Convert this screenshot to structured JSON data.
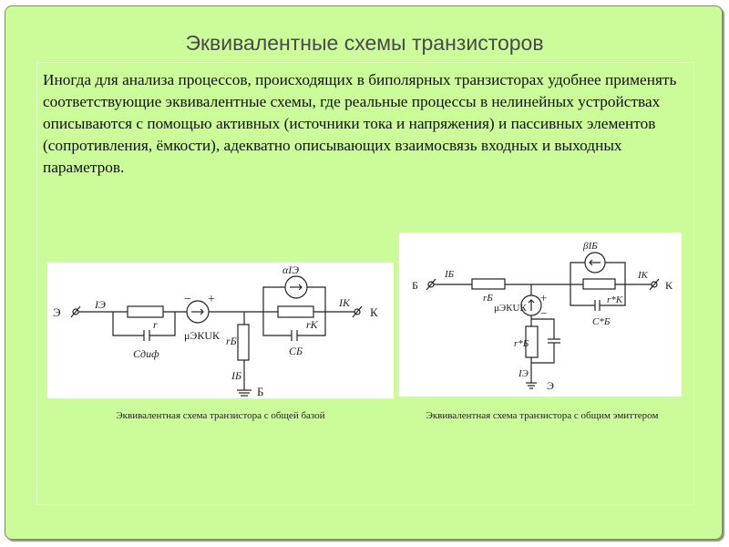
{
  "title": "Эквивалентные схемы транзисторов",
  "body": "Иногда для анализа процессов, происходящих в биполярных транзисторах удобнее применять соответствующие эквивалентные схемы, где реальные процессы в нелинейных устройствах описываются с помощью активных (источники тока и напряжения) и пассивных элементов (сопротивления, ёмкости), адекватно описывающих взаимосвязь входных и выходных параметров.",
  "figure_common_base": {
    "caption": "Эквивалентная схема транзистора с общей базой",
    "labels": {
      "emitter": "Э",
      "i_e": "IЭ",
      "r": "r",
      "c_dif": "Cдиф",
      "minus": "−",
      "plus": "+",
      "mu_uk": "μЭКUК",
      "r_b": "rБ",
      "i_b": "IБ",
      "base": "Б",
      "alpha_ie": "αIЭ",
      "r_k": "rК",
      "c_b": "CБ",
      "i_k": "IК",
      "collector": "К"
    }
  },
  "figure_common_emitter": {
    "caption": "Эквивалентная схема транзистора с общим эмиттером",
    "labels": {
      "base": "Б",
      "i_b": "IБ",
      "r_b": "rБ",
      "mu_uk": "μЭКUК",
      "plus": "+",
      "minus": "−",
      "r_b_star": "r*Б",
      "i_e": "IЭ",
      "emitter": "Э",
      "beta_ib": "βIБ",
      "r_k_star": "r*К",
      "c_b_star": "C*Б",
      "i_k": "IК",
      "collector": "К"
    }
  }
}
